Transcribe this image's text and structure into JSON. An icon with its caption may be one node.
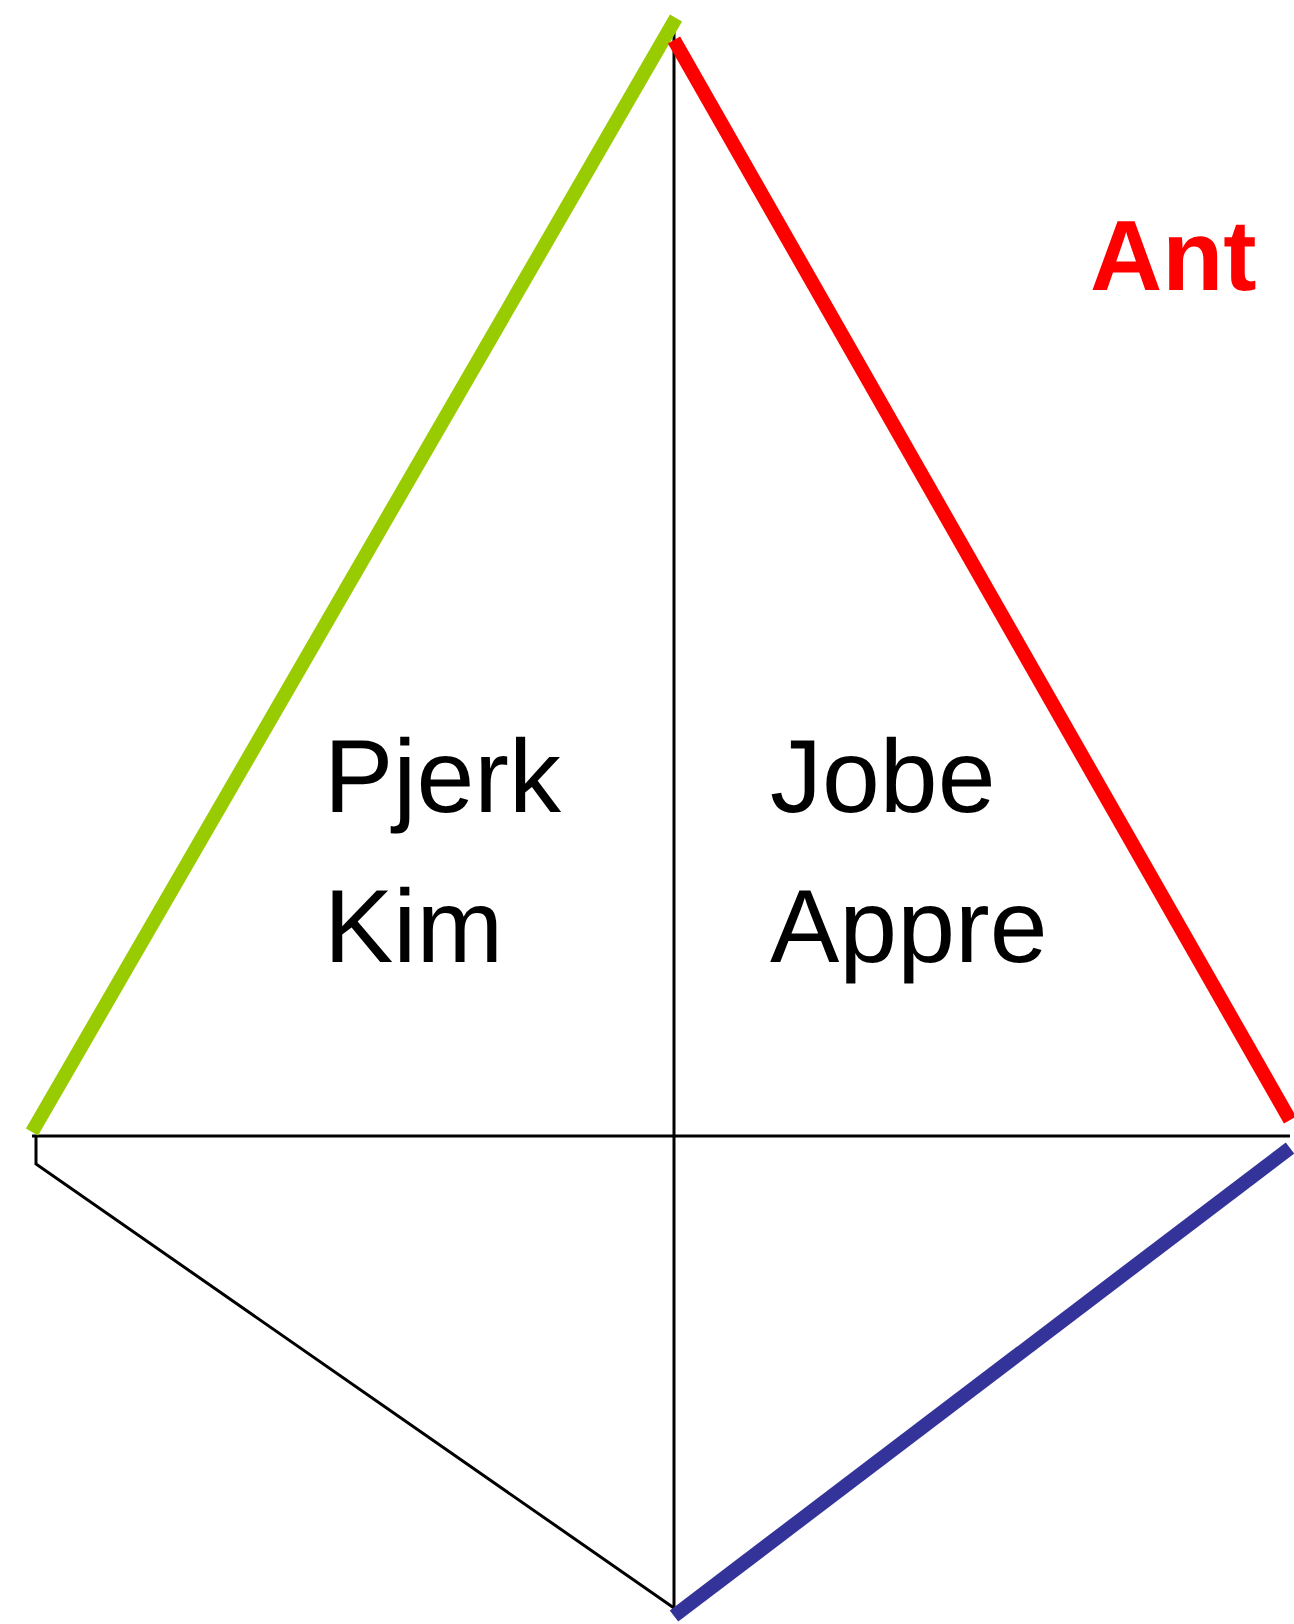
{
  "diagram": {
    "labels": [
      "Ant",
      "Pjerk Kim",
      "Jobe Appre"
    ]
  }
}
